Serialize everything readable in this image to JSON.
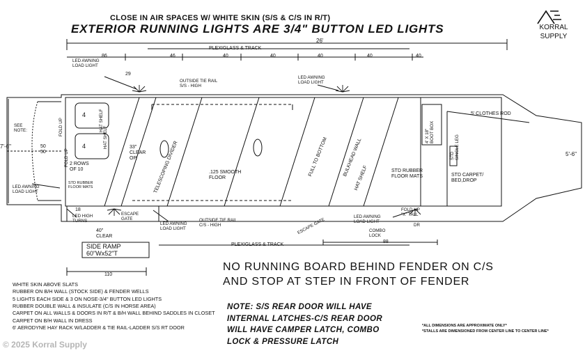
{
  "header": {
    "line1": "CLOSE IN AIR SPACES W/ WHITE SKIN (S/S & C/S IN R/T)",
    "line2": "EXTERIOR RUNNING LIGHTS ARE 3/4\" BUTTON LED LIGHTS"
  },
  "logo": {
    "line1": "KORRAL",
    "line2": "SUPPLY"
  },
  "dimensions": {
    "overall": "26'",
    "top_86": "86",
    "top_46": "46",
    "top_40a": "40",
    "top_40b": "40",
    "top_40c": "40",
    "top_40d": "40",
    "top_40e": "40",
    "width_left": "7'-6\"",
    "width_right": "5'-6\"",
    "d_29": "29",
    "d_18": "18",
    "d_88": "88",
    "d_110": "110"
  },
  "labels": {
    "plexi_top": "PLEXIGLASS & TRACK",
    "plexi_bottom": "PLEXIGLASS & TRACK",
    "led_awning_tl": "LED AWNING\nLOAD LIGHT",
    "led_awning_top_mid": "LED AWNING\nLOAD LIGHT",
    "led_awning_left": "LED AWNING\nLOAD LIGHT",
    "led_awning_bottom": "LED AWNING\nLOAD LIGHT",
    "led_awning_bottom_right": "LED AWNING\nLOAD LIGHT",
    "outside_tie_top": "OUTSIDE TIE RAIL\nS/S - HIGH",
    "outside_tie_bottom": "OUTSIDE TIE RAIL\nC/S - HIGH",
    "see_note": "SEE\nNOTE:",
    "split": "50\n50",
    "fold_up_1": "FOLD UP",
    "fold_up_2": "FOLD UP",
    "hat_shelf_1": "HAT SHELF",
    "hat_shelf_2": "HAT SHELF",
    "tack_4a": "4",
    "tack_4b": "4",
    "rows": "2 ROWS\nOF 10",
    "std_rubber_small": "STD RUBBER\nFLOOR MATS",
    "clear_33": "33\"\nCLEAR\nOP.",
    "telescoping": "TELESCOPING DIVIDER",
    "smooth_floor": ".125 SMOOTH\nFLOOR",
    "full_bottom": "FULL TO BOTTOM",
    "bulkhead": "BULKHEAD WALL",
    "std_rubber": "STD RUBBER\nFLOOR MATS",
    "boot_box": "4' X 18\"\nBOOT BOX",
    "clothes_rod": "5' CLOTHES ROD",
    "std_single_leg": "STD\nSINGLE LEG",
    "std_carpet": "STD CARPET/\nBED,DROP",
    "led_high_turns": "LED HIGH\nTURNS",
    "escape_gate_1": "ESCAPE\nGATE",
    "clear_40": "40\"\nCLEAR",
    "escape_gate_2": "ESCAPE GATE",
    "fold_up_tall": "FOLD UP\n\"X\" TALL",
    "dr": "DR",
    "combo_lock": "COMBO\nLOCK",
    "side_ramp": "SIDE RAMP\n60\"Wx52\"T"
  },
  "notes": {
    "running_board_1": "NO RUNNING BOARD BEHIND FENDER ON C/S",
    "running_board_2": "AND STOP AT STEP IN FRONT OF FENDER",
    "italic_1": "NOTE: S/S REAR DOOR WILL HAVE",
    "italic_2": "INTERNAL LATCHES-C/S REAR DOOR",
    "italic_3": "WILL HAVE CAMPER LATCH, COMBO",
    "italic_4": "LOCK & PRESSURE LATCH"
  },
  "features": [
    "WHITE SKIN ABOVE SLATS",
    "RUBBER ON B/H WALL (STOCK SIDE) & FENDER WELLS",
    "5 LIGHTS EACH SIDE & 3 ON NOSE-3/4\" BUTTON LED LIGHTS",
    "RUBBER DOUBLE WALL & INSULATE (C/S IN HORSE AREA)",
    "CARPET ON ALL WALLS & DOORS IN R/T & B/H WALL BEHIND SADDLES IN CLOSET",
    "CARPET ON B/H WALL IN DRESS",
    "6' AERODYNE HAY RACK W/LADDER & TIE RAIL-LADDER S/S RT DOOR"
  ],
  "disclaimer": {
    "line1": "*ALL DIMENSIONS ARE APPROXIMATE ONLY*",
    "line2": "*STALLS ARE DIMENSIONED FROM CENTER LINE TO CENTER LINE*"
  },
  "copyright": "© 2025 Korral Supply"
}
